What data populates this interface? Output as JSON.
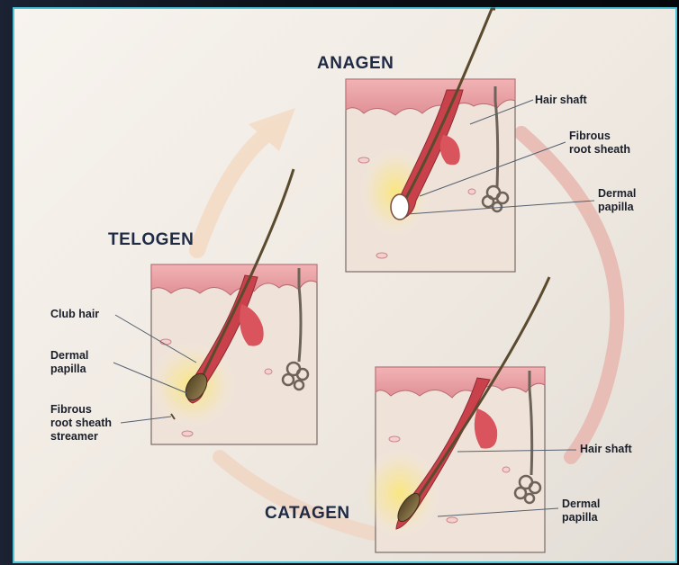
{
  "stages": {
    "anagen": "ANAGEN",
    "telogen": "TELOGEN",
    "catagen": "CATAGEN"
  },
  "anagen_labels": {
    "hair_shaft": "Hair shaft",
    "fibrous_root_sheath": "Fibrous\nroot sheath",
    "dermal_papilla": "Dermal\npapilla"
  },
  "telogen_labels": {
    "club_hair": "Club hair",
    "dermal_papilla": "Dermal\npapilla",
    "fibrous_root_sheath_streamer": "Fibrous\nroot sheath\nstreamer"
  },
  "catagen_labels": {
    "hair_shaft": "Hair shaft",
    "dermal_papilla": "Dermal\npapilla"
  },
  "colors": {
    "epidermis": "#e9a2a6",
    "dermis": "#efe3d9",
    "follicle": "#c9414a",
    "hair": "#5a4a2e",
    "glow": "#f3d867",
    "cycle_arrow": "#e6b6ae",
    "telogen_arrow": "#f0d6c0"
  }
}
